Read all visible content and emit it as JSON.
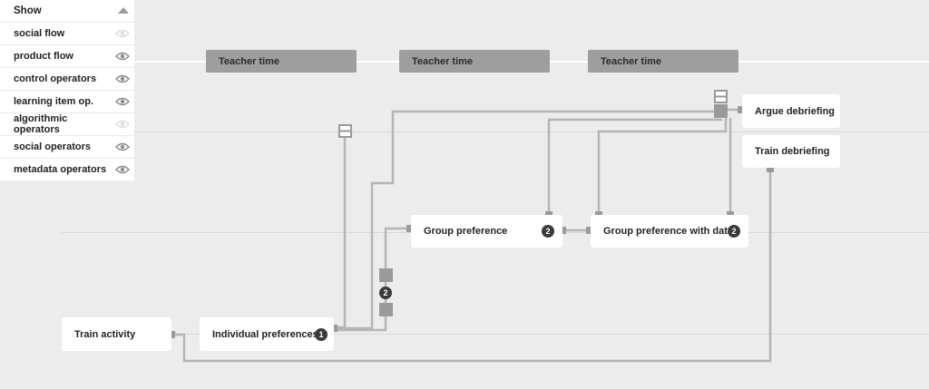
{
  "panel": {
    "header": "Show",
    "items": [
      {
        "label": "social flow",
        "visible": false
      },
      {
        "label": "product flow",
        "visible": true
      },
      {
        "label": "control operators",
        "visible": true
      },
      {
        "label": "learning item op.",
        "visible": true
      },
      {
        "label": "algorithmic operators",
        "visible": false
      },
      {
        "label": "social operators",
        "visible": true
      },
      {
        "label": "metadata operators",
        "visible": true
      }
    ]
  },
  "teacher_time": [
    "Teacher time",
    "Teacher time",
    "Teacher time"
  ],
  "activities": {
    "train_activity": "Train activity",
    "individual_preferences": "Individual preferences",
    "individual_preferences_badge": "1",
    "group_preference": "Group preference",
    "group_preference_badge": "2",
    "group_preference_with_data": "Group preference with data",
    "group_preference_with_data_badge": "2",
    "argue_debriefing": "Argue debriefing",
    "train_debriefing": "Train debriefing"
  },
  "operator_badge": "2",
  "colors": {
    "background": "#ececec",
    "card": "#ffffff",
    "teacher_time_bar": "#9e9e9e",
    "connector": "#b5b5b5",
    "node": "#9a9a9a",
    "badge": "#3a3a3a"
  }
}
